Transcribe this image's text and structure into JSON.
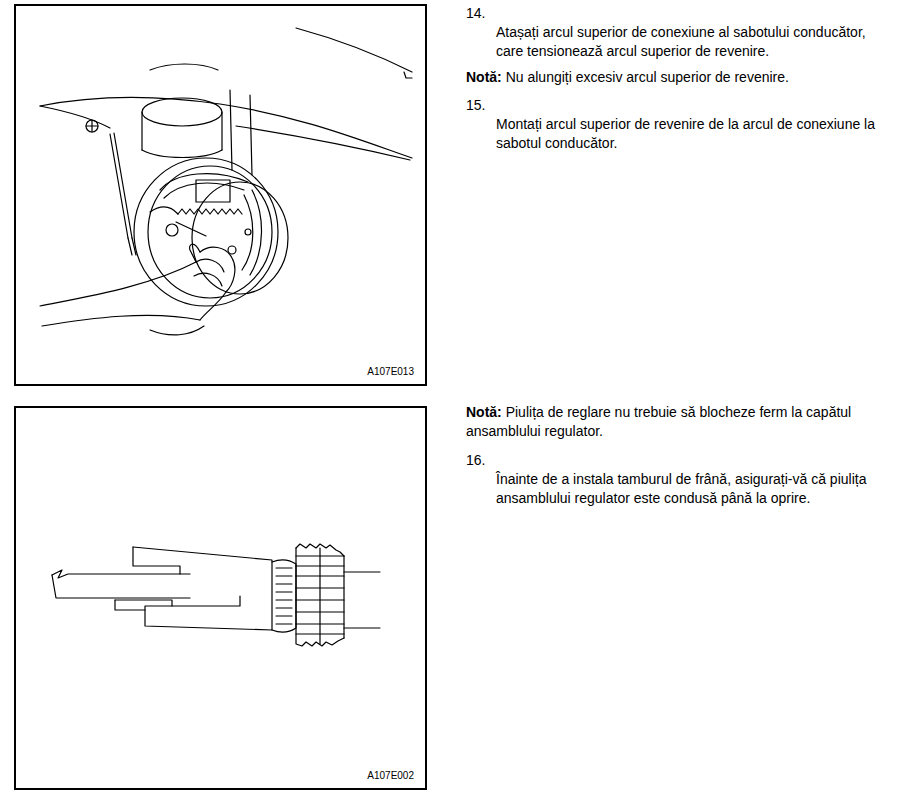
{
  "diagram": {
    "nodes": [
      {
        "text": [
          "A107E013"
        ]
      },
      {
        "text": [
          "A107E002"
        ]
      }
    ],
    "labels": [
      "14.",
      "Atașați arcul superior de conexiune al sabotului conducător, care tensionează arcul superior de revenire.",
      "Notă:",
      "Nu alungiți excesiv arcul superior de revenire.",
      "15.",
      "Montați arcul superior de revenire de la arcul de conexiune la sabotul conducător.",
      "Notă:",
      "Piulița de reglare nu trebuie să blocheze ferm la capătul ansamblului regulator.",
      "16.",
      "Înainte de a instala tamburul de frână, asigurați-vă că piulița ansamblului regulator este condusă până la oprire."
    ]
  }
}
